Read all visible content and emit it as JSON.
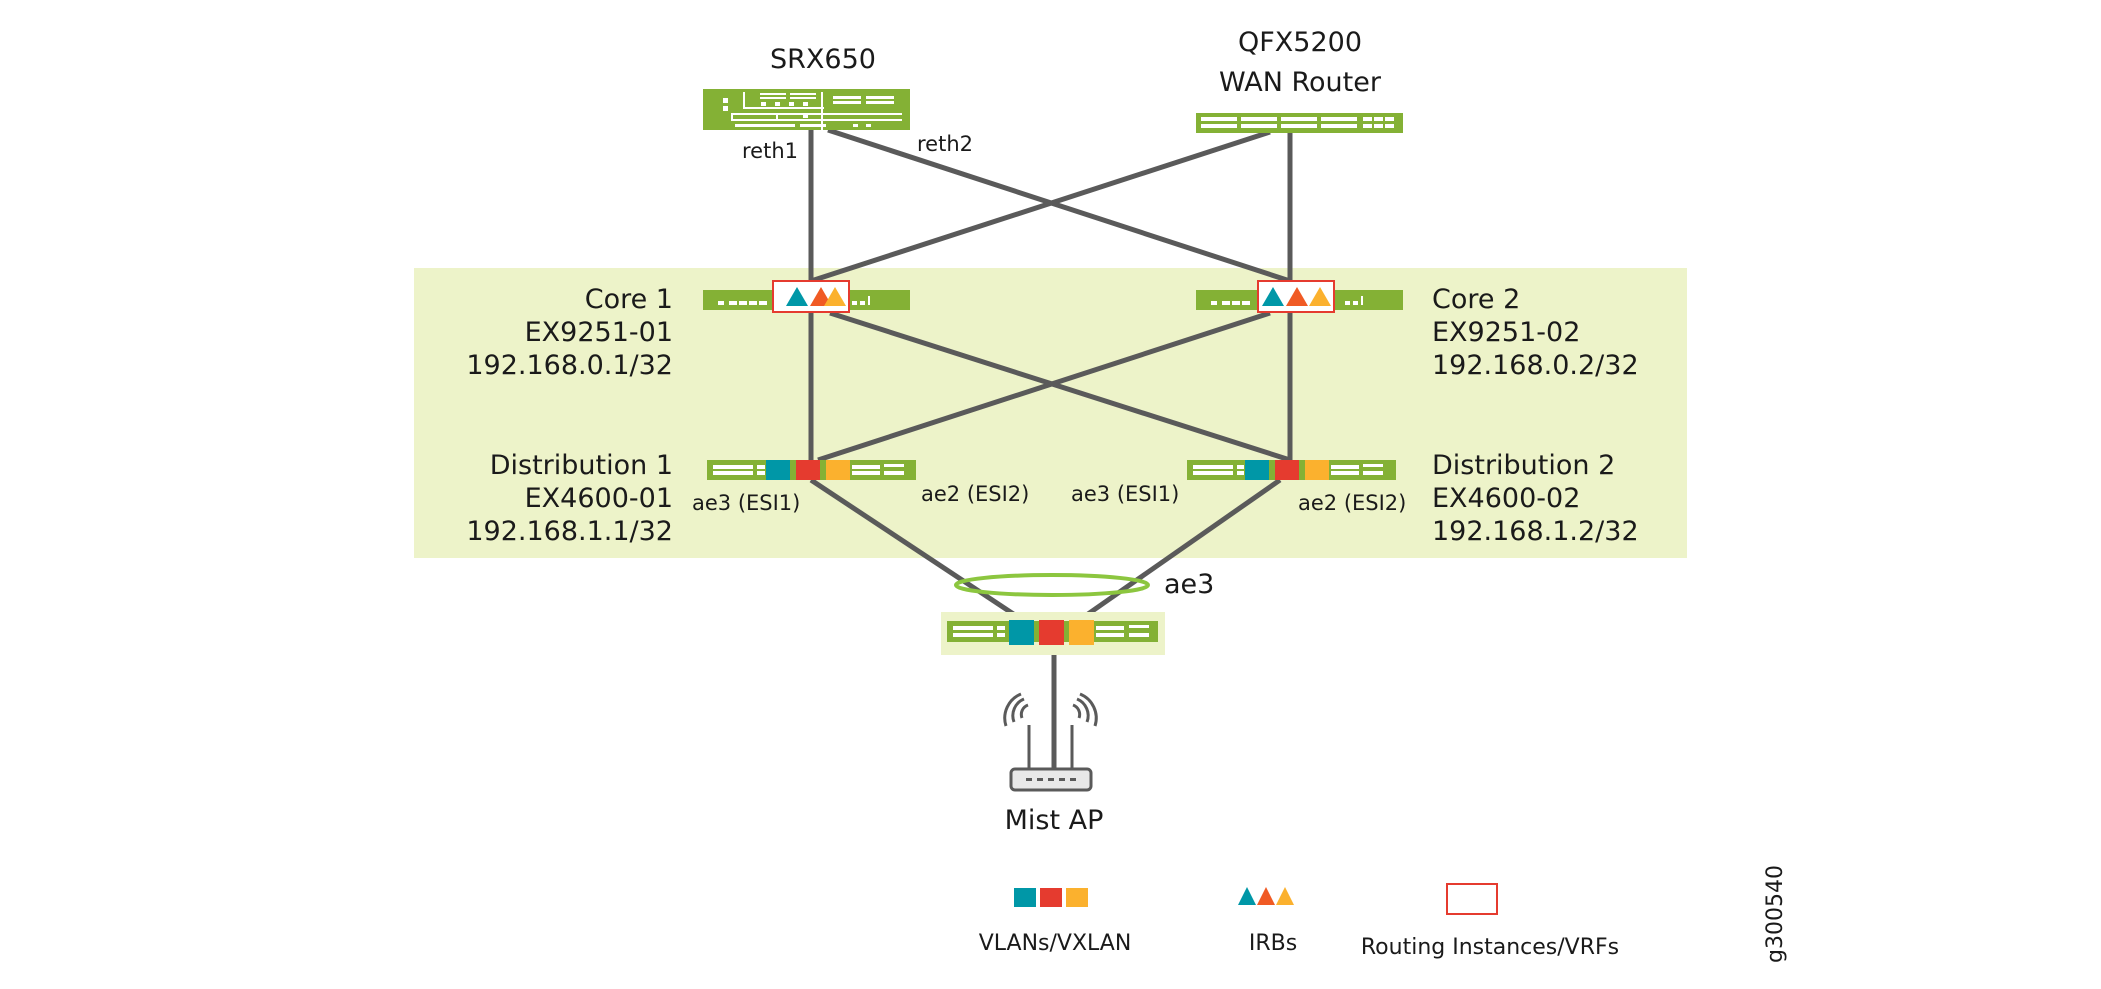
{
  "diagram": {
    "figure_id": "g300540",
    "colors": {
      "device_green": "#84b135",
      "zone_background": "#edf3c9",
      "link_gray": "#5a5a5a",
      "vlan_teal": "#0097a7",
      "vlan_red": "#e53b2f",
      "vlan_yellow": "#fbb12e",
      "irb_orange": "#f05a24",
      "vrf_border": "#e53b2f",
      "lag_ring": "#8cc63f"
    },
    "devices": {
      "srx": {
        "name": "SRX650"
      },
      "qfx": {
        "name_line1": "QFX5200",
        "name_line2": "WAN Router"
      },
      "core1": {
        "line1": "Core 1",
        "line2": "EX9251-01",
        "line3": "192.168.0.1/32"
      },
      "core2": {
        "line1": "Core 2",
        "line2": "EX9251-02",
        "line3": "192.168.0.2/32"
      },
      "dist1": {
        "line1": "Distribution 1",
        "line2": "EX4600-01",
        "line3": "192.168.1.1/32"
      },
      "dist2": {
        "line1": "Distribution 2",
        "line2": "EX4600-02",
        "line3": "192.168.1.2/32"
      },
      "access": {
        "name": ""
      },
      "ap": {
        "name": "Mist AP"
      }
    },
    "interface_labels": {
      "srx_reth1": "reth1",
      "srx_reth2": "reth2",
      "dist1_ae3": "ae3 (ESI1)",
      "dist1_ae2": "ae2 (ESI2)",
      "dist2_ae3": "ae3 (ESI1)",
      "dist2_ae2": "ae2 (ESI2)",
      "access_lag": "ae3"
    },
    "links": [
      {
        "from": "SRX650 reth1",
        "to": "Core 1"
      },
      {
        "from": "SRX650 reth2",
        "to": "Core 2"
      },
      {
        "from": "QFX5200",
        "to": "Core 1"
      },
      {
        "from": "QFX5200",
        "to": "Core 2"
      },
      {
        "from": "Core 1",
        "to": "Distribution 1"
      },
      {
        "from": "Core 1",
        "to": "Distribution 2"
      },
      {
        "from": "Core 2",
        "to": "Distribution 1"
      },
      {
        "from": "Core 2",
        "to": "Distribution 2"
      },
      {
        "from": "Distribution 1",
        "to": "Access switch"
      },
      {
        "from": "Distribution 2",
        "to": "Access switch"
      },
      {
        "from": "Access switch",
        "to": "Mist AP"
      }
    ],
    "legend": {
      "vlans": "VLANs/VXLAN",
      "irbs": "IRBs",
      "vrfs": "Routing Instances/VRFs"
    }
  }
}
